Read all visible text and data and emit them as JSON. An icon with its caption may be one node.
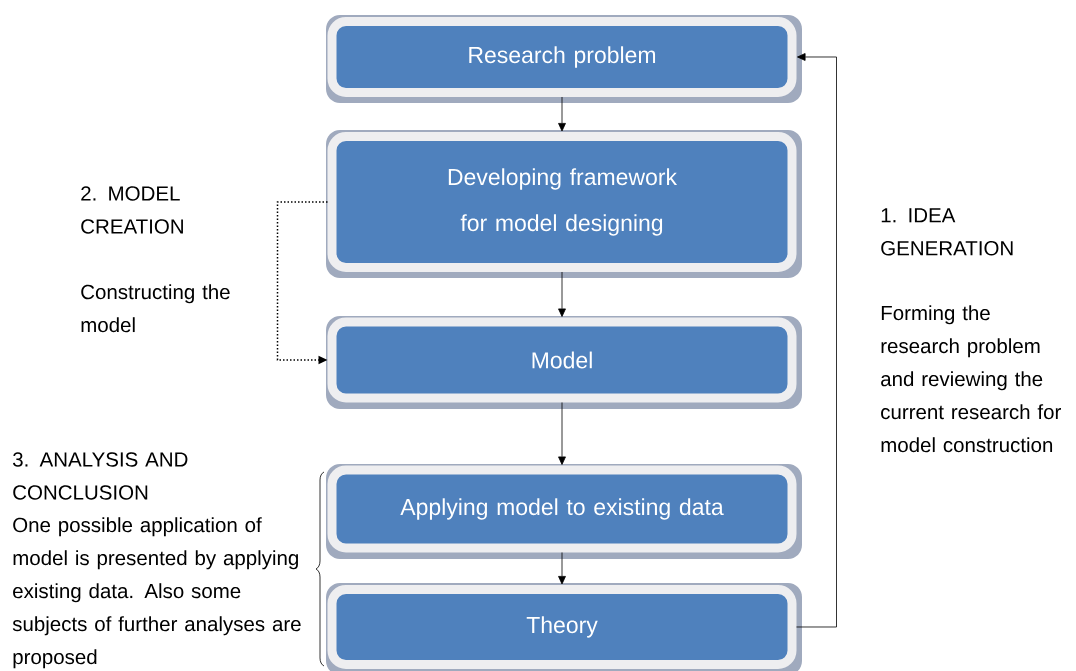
{
  "diagram": {
    "nodes": [
      {
        "text": [
          "Research problem"
        ]
      },
      {
        "text": [
          "Developing framework for model designing"
        ]
      },
      {
        "text": [
          "Model"
        ]
      },
      {
        "text": [
          "Applying model to existing data"
        ]
      },
      {
        "text": [
          "Theory"
        ]
      }
    ],
    "edges": [
      {
        "from": 0,
        "to": 1,
        "arrow": "to"
      },
      {
        "from": 1,
        "to": 2,
        "arrow": "to"
      },
      {
        "from": 2,
        "to": 3,
        "arrow": "to"
      },
      {
        "from": 3,
        "to": 4,
        "arrow": "to"
      },
      {
        "from": 4,
        "to": 0,
        "arrow": "to"
      },
      {
        "from": 1,
        "to": 2,
        "arrow": "to",
        "style": "dashed"
      }
    ],
    "labels": [
      "2. MODEL CREATION",
      "Constructing the model",
      "1. IDEA GENERATION",
      "Forming the research problem and reviewing the current research for model construction",
      "3. ANALYSIS AND CONCLUSION",
      "One possible application of model is presented by applying existing data. Also some subjects of further analyses are proposed"
    ]
  }
}
